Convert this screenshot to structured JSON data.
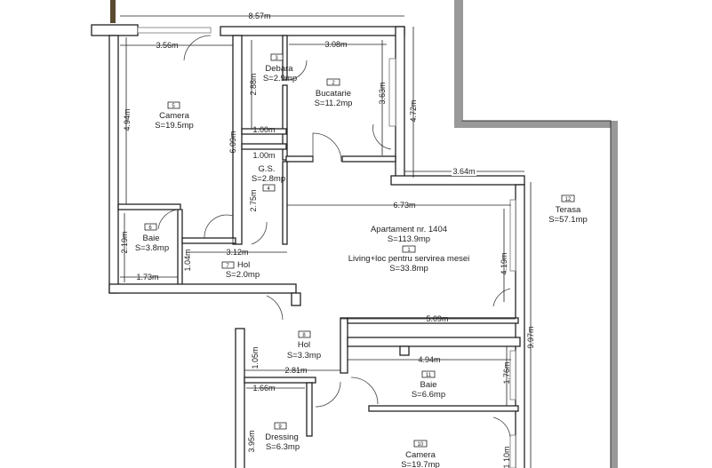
{
  "apartment": {
    "title": "Apartament nr. 1404",
    "total_area": "S=113.9mp"
  },
  "rooms": [
    {
      "num": "1",
      "name": "Living+loc pentru servirea mesei",
      "area": "S=33.8mp"
    },
    {
      "num": "2",
      "name": "Bucatarie",
      "area": "S=11.2mp"
    },
    {
      "num": "3",
      "name": "Debara",
      "area": "S=2.9mp"
    },
    {
      "num": "4",
      "name": "G.S.",
      "area": "S=2.8mp"
    },
    {
      "num": "5",
      "name": "Camera",
      "area": "S=19.5mp"
    },
    {
      "num": "6",
      "name": "Baie",
      "area": "S=3.8mp"
    },
    {
      "num": "7",
      "name": "Hol",
      "area": "S=2.0mp"
    },
    {
      "num": "8",
      "name": "Hol",
      "area": "S=3.3mp"
    },
    {
      "num": "9",
      "name": "Dressing",
      "area": "S=6.3mp"
    },
    {
      "num": "10",
      "name": "Camera",
      "area": "S=19.7mp"
    },
    {
      "num": "11",
      "name": "Baie",
      "area": "S=6.6mp"
    },
    {
      "num": "12",
      "name": "Terasa",
      "area": "S=57.1mp"
    }
  ],
  "dimensions": [
    "8.57m",
    "3.56m",
    "3.08m",
    "2.88m",
    "3.63m",
    "4.72m",
    "4.94m",
    "1.00m",
    "6.09m",
    "1.00m",
    "2.75m",
    "3.64m",
    "6.73m",
    "2.19m",
    "3.12m",
    "1.04m",
    "1.73m",
    "4.19m",
    "5.09m",
    "9.97m",
    "1.05m",
    "4.94m",
    "2.81m",
    "1.76m",
    "1.66m",
    "3.95m",
    "1.10m"
  ],
  "colors": {
    "wall": "#222222",
    "terrace_wall": "#999999",
    "column": "#5a4a30"
  }
}
